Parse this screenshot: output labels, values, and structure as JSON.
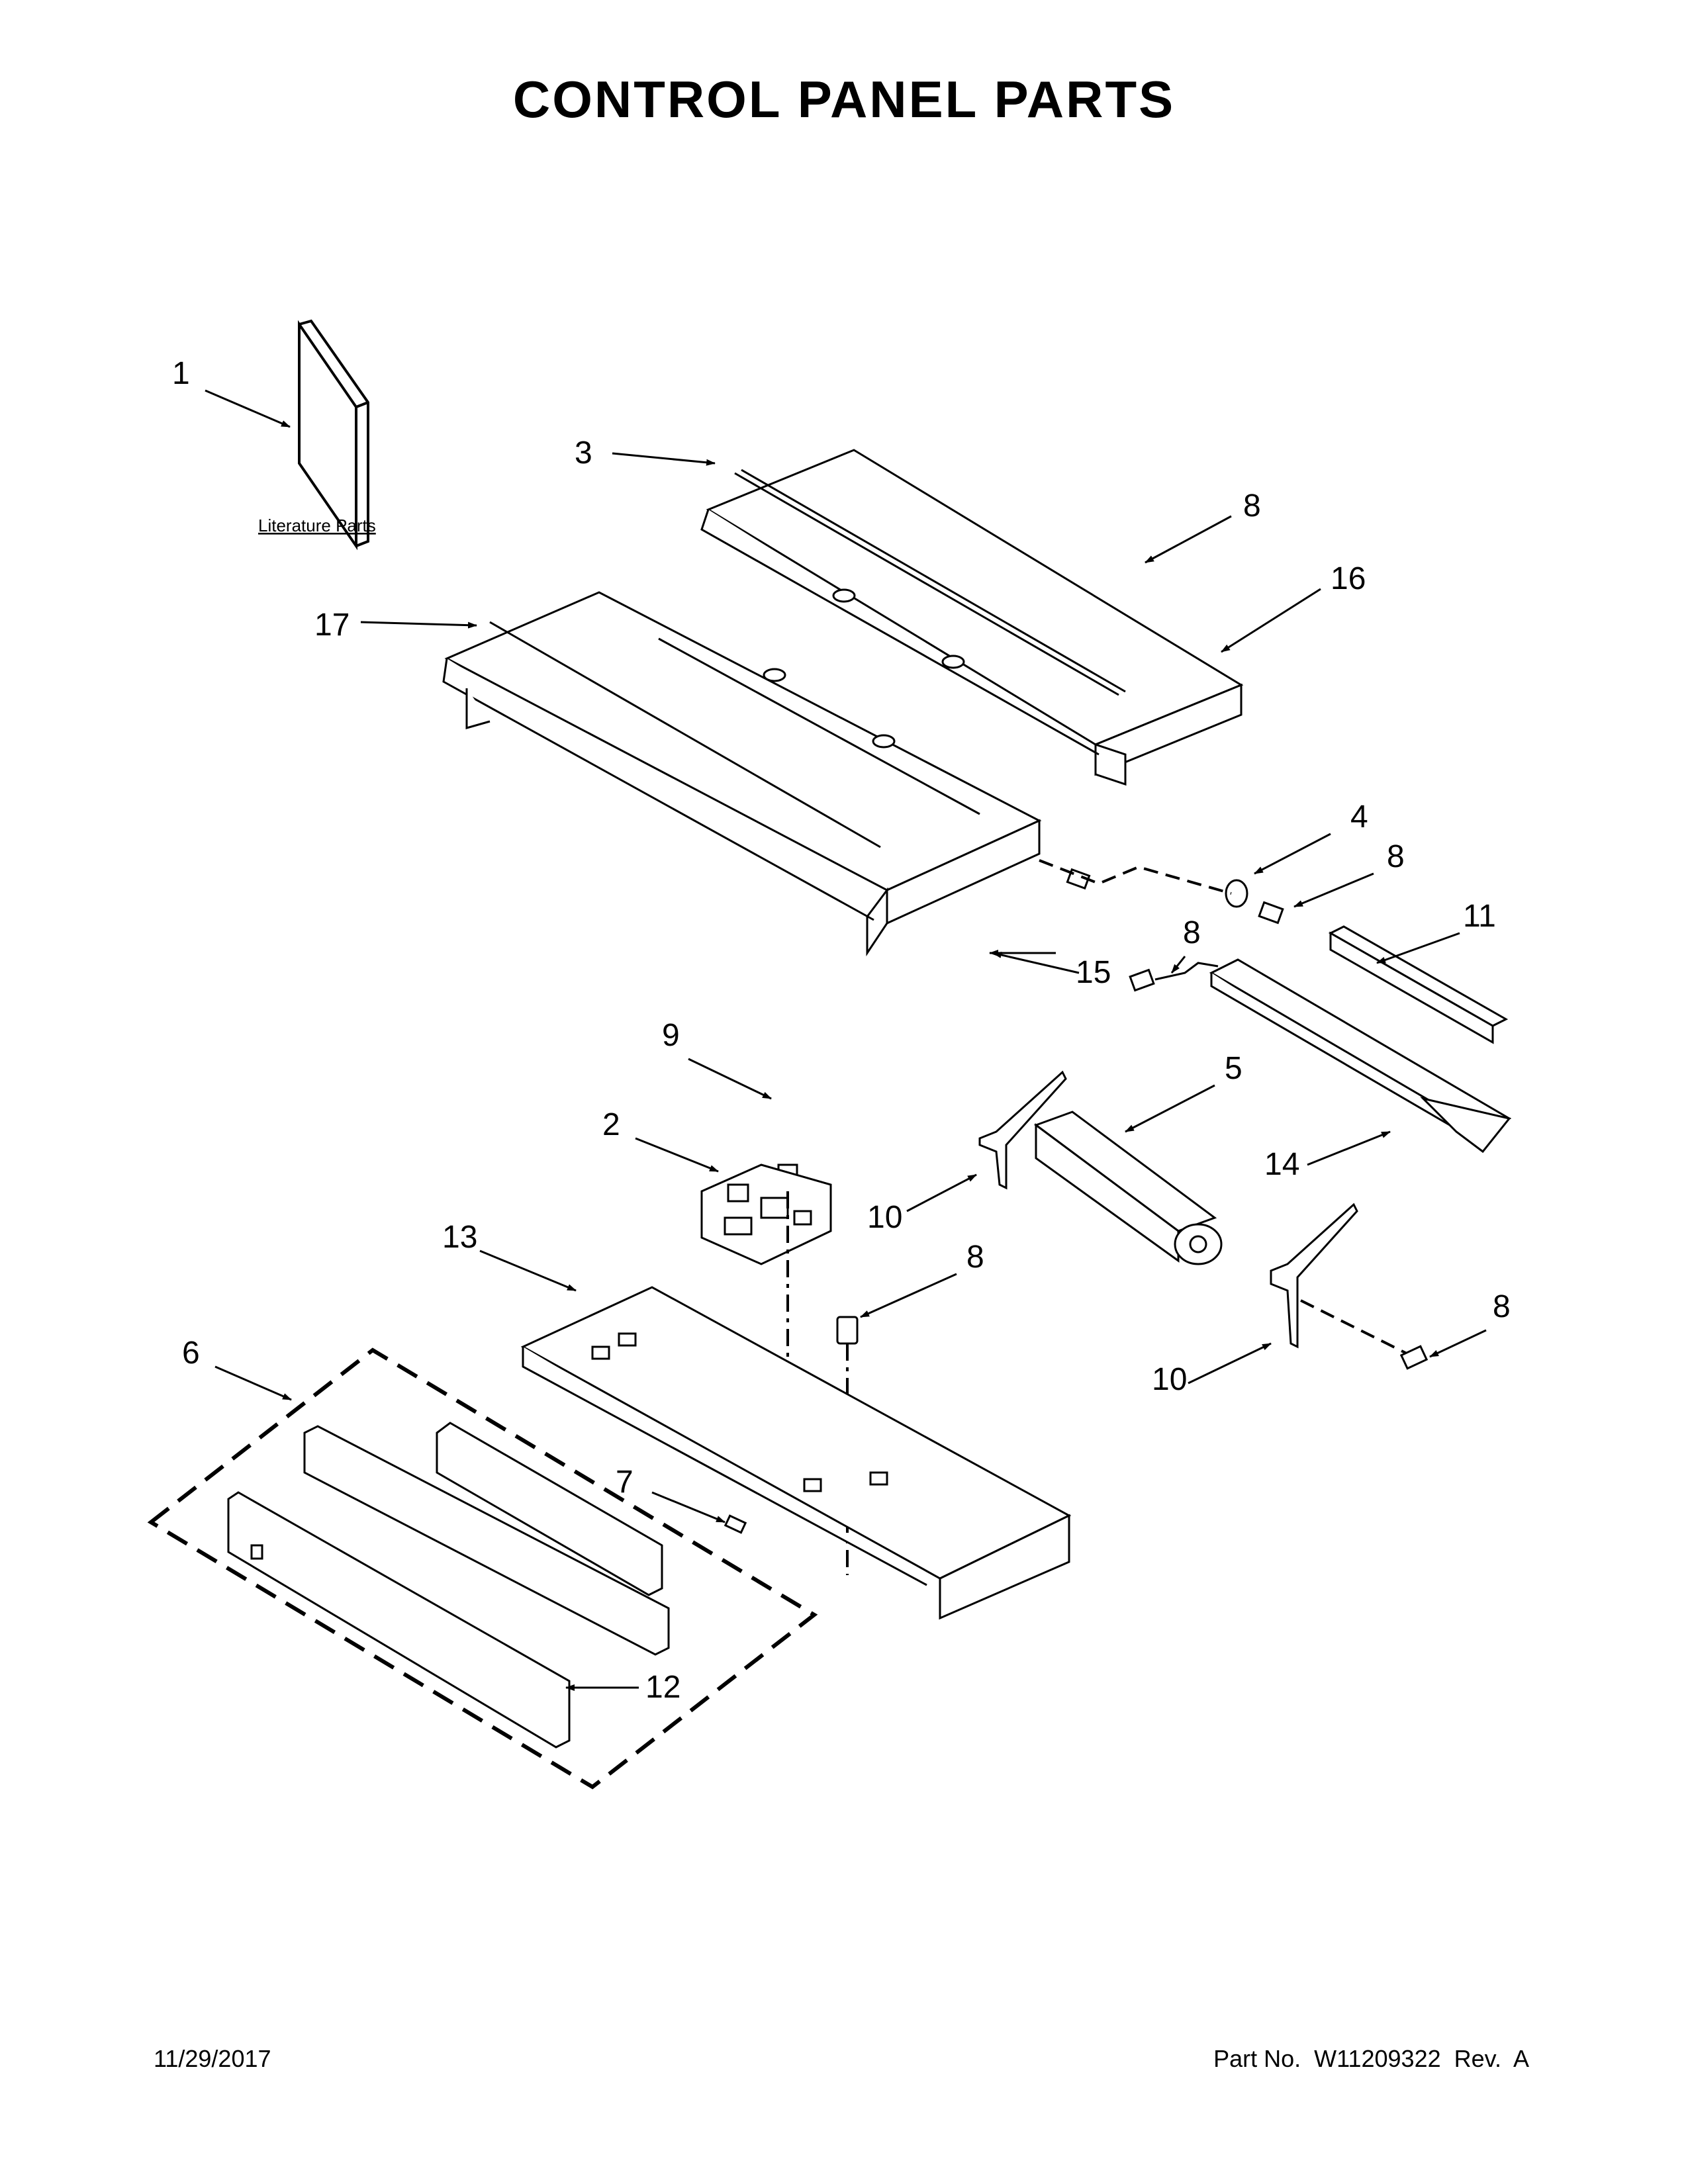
{
  "title": "CONTROL PANEL PARTS",
  "literature_label": "Literature Parts",
  "callouts": [
    "1",
    "3",
    "8",
    "16",
    "17",
    "4",
    "8",
    "11",
    "8",
    "15",
    "8",
    "9",
    "2",
    "5",
    "10",
    "14",
    "13",
    "8",
    "8",
    "6",
    "10",
    "7",
    "12"
  ],
  "footer": {
    "date": "11/29/2017",
    "part_label": "Part No.  W11209322  Rev.  A"
  }
}
